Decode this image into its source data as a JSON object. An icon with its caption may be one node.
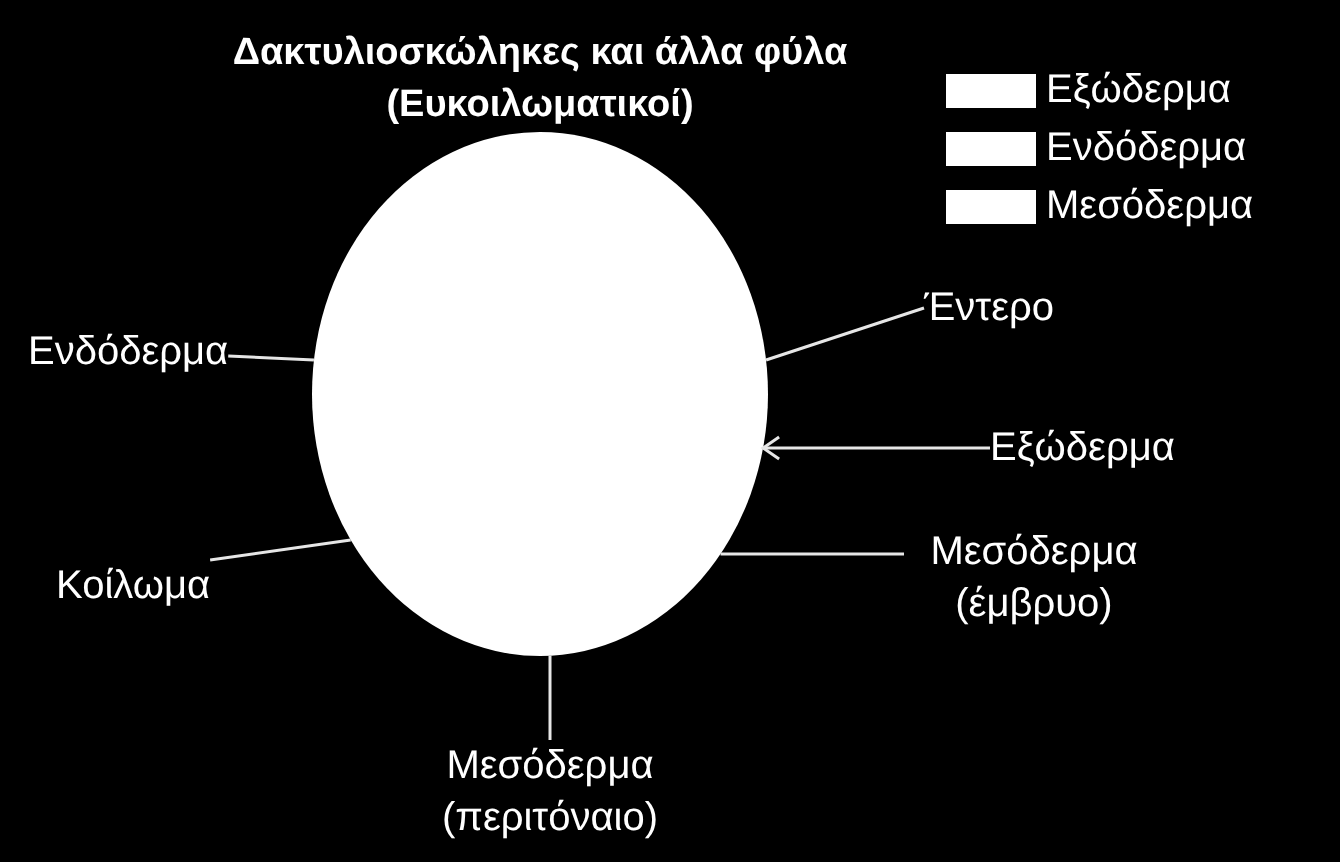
{
  "diagram": {
    "title": "Δακτυλιοσκώληκες και άλλα φύλα (Ευκοιλωματικοί)",
    "nodes": [
      {
        "text": [],
        "shape": "ellipse"
      },
      {
        "text": [
          "Ενδόδερμα"
        ]
      },
      {
        "text": [
          "Έντερο"
        ]
      },
      {
        "text": [
          "Εξώδερμα"
        ]
      },
      {
        "text": [
          "Κοίλωμα"
        ]
      },
      {
        "text": [
          "Μεσόδερμα (έμβρυο)"
        ]
      },
      {
        "text": [
          "Μεσόδερμα (περιτόναιο)"
        ]
      }
    ],
    "edges": [
      {
        "from": 1,
        "to": 0,
        "arrow": "none"
      },
      {
        "from": 2,
        "to": 0,
        "arrow": "none"
      },
      {
        "from": 3,
        "to": 0,
        "arrow": "to"
      },
      {
        "from": 4,
        "to": 0,
        "arrow": "none"
      },
      {
        "from": 5,
        "to": 0,
        "arrow": "none"
      },
      {
        "from": 6,
        "to": 0,
        "arrow": "none"
      }
    ],
    "legend": [
      {
        "text": "Εξώδερμα",
        "color": "#ffffff"
      },
      {
        "text": "Ενδόδερμα",
        "color": "#ffffff"
      },
      {
        "text": "Μεσόδερμα",
        "color": "#ffffff"
      }
    ]
  }
}
